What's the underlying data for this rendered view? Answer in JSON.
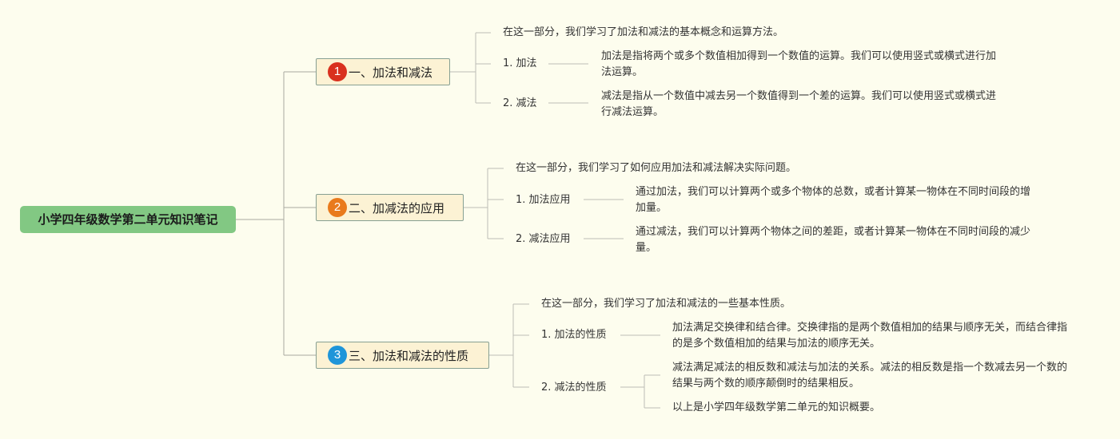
{
  "root": {
    "title": "小学四年级数学第二单元知识笔记"
  },
  "branches": [
    {
      "number": "1",
      "title": "一、加法和减法",
      "intro": "在这一部分，我们学习了加法和减法的基本概念和运算方法。",
      "items": [
        {
          "label": "1. 加法",
          "details": [
            "加法是指将两个或多个数值相加得到一个数值的运算。我们可以使用竖式或横式进行加法运算。"
          ]
        },
        {
          "label": "2. 减法",
          "details": [
            "减法是指从一个数值中减去另一个数值得到一个差的运算。我们可以使用竖式或横式进行减法运算。"
          ]
        }
      ]
    },
    {
      "number": "2",
      "title": "二、加减法的应用",
      "intro": "在这一部分，我们学习了如何应用加法和减法解决实际问题。",
      "items": [
        {
          "label": "1. 加法应用",
          "details": [
            "通过加法，我们可以计算两个或多个物体的总数，或者计算某一物体在不同时间段的增加量。"
          ]
        },
        {
          "label": "2. 减法应用",
          "details": [
            "通过减法，我们可以计算两个物体之间的差距，或者计算某一物体在不同时间段的减少量。"
          ]
        }
      ]
    },
    {
      "number": "3",
      "title": "三、加法和减法的性质",
      "intro": "在这一部分，我们学习了加法和减法的一些基本性质。",
      "items": [
        {
          "label": "1. 加法的性质",
          "details": [
            "加法满足交换律和结合律。交换律指的是两个数值相加的结果与顺序无关，而结合律指的是多个数值相加的结果与加法的顺序无关。"
          ]
        },
        {
          "label": "2. 减法的性质",
          "details": [
            "减法满足减法的相反数和减法与加法的关系。减法的相反数是指一个数减去另一个数的结果与两个数的顺序颠倒时的结果相反。",
            "以上是小学四年级数学第二单元的知识概要。"
          ]
        }
      ]
    }
  ],
  "colors": {
    "background": "#fdfdee",
    "root_fill": "#82c883",
    "branch_fill": "#fcf2d4",
    "branch_border": "#87a093",
    "connector": "#bdbdb5",
    "badge_1": "#d9301e",
    "badge_2": "#e97a1c",
    "badge_3": "#1f95d9"
  }
}
